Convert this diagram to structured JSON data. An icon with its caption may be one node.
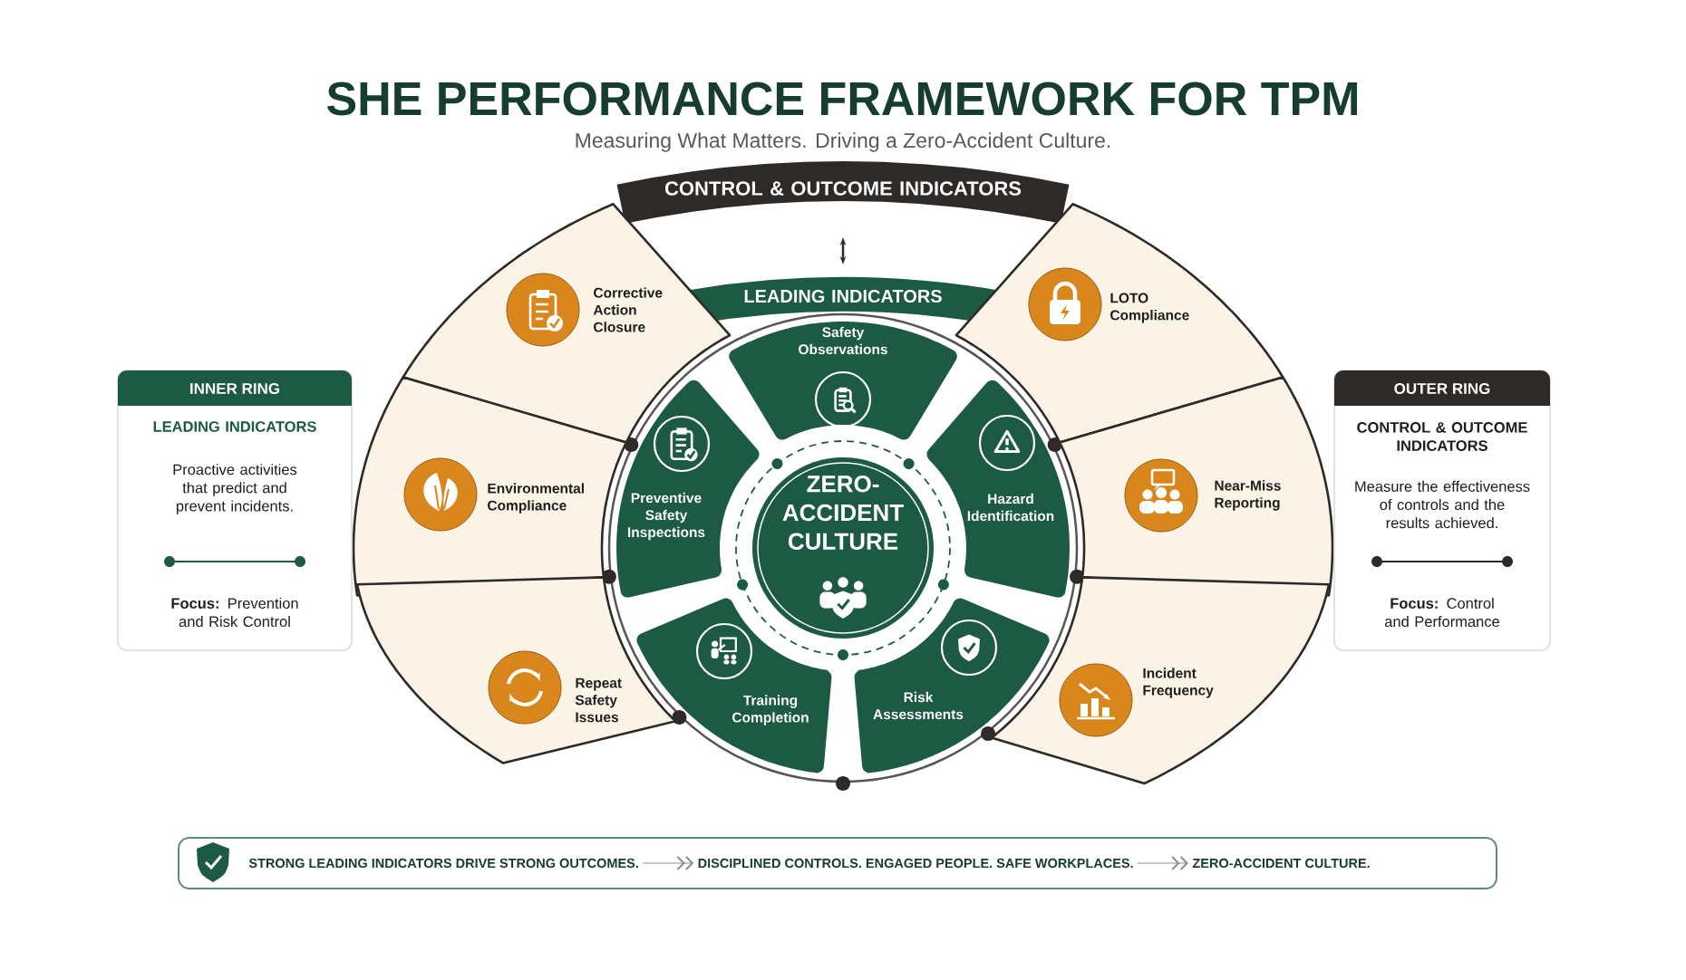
{
  "diagram": {
    "title": "SHE PERFORMANCE FRAMEWORK FOR TPM",
    "nodes": [
      {
        "text": [
          "CONTROL & OUTCOME INDICATORS"
        ]
      },
      {
        "text": [
          "LEADING INDICATORS"
        ]
      },
      {
        "text": [
          "Corrective Action Closure"
        ]
      },
      {
        "text": [
          "LOTO Compliance"
        ]
      },
      {
        "text": [
          "Safety Observations"
        ]
      },
      {
        "text": [
          "Preventive Safety Inspections"
        ]
      },
      {
        "text": [
          "ZERO-ACCIDENT CULTURE"
        ]
      },
      {
        "text": [
          "Hazard Identification"
        ]
      },
      {
        "text": [
          "Environmental Compliance"
        ]
      },
      {
        "text": [
          "Near-Miss Reporting"
        ]
      },
      {
        "text": [
          "Training Completion"
        ]
      },
      {
        "text": [
          "Risk Assessments"
        ]
      },
      {
        "text": [
          "Repeat Safety Issues"
        ]
      },
      {
        "text": [
          "Incident Frequency"
        ]
      },
      {
        "text": [
          "INNER RING",
          "LEADING INDICATORS",
          "Proactive activities that predict and prevent incidents.",
          "**Focus:** Prevention and Risk Control"
        ]
      },
      {
        "text": [
          "OUTER RING",
          "CONTROL & OUTCOME INDICATORS",
          "Measure the effectiveness of controls and the results achieved.",
          "**Focus:** Control and Performance"
        ]
      },
      {
        "text": [],
        "shape": "box"
      },
      {
        "text": [
          "STRONG LEADING INDICATORS DRIVE STRONG OUTCOMES."
        ],
        "in": 16
      },
      {
        "text": [
          "DISCIPLINED CONTROLS. ENGAGED PEOPLE. SAFE WORKPLACES."
        ],
        "in": 16
      },
      {
        "text": [
          "ZERO-ACCIDENT CULTURE."
        ],
        "in": 16
      }
    ],
    "edges": [
      {
        "from": 17,
        "to": 18,
        "arrow": "to"
      },
      {
        "from": 18,
        "to": 19,
        "arrow": "to"
      }
    ],
    "labels": [
      "Measuring What Matters. Driving a Zero-Accident Culture."
    ]
  }
}
